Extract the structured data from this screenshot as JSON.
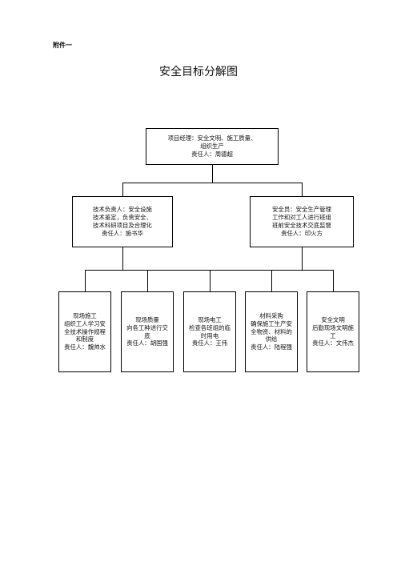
{
  "header": {
    "annex_label": "附件一",
    "title": "安全目标分解图"
  },
  "chart": {
    "top": {
      "lines": [
        "项目经理：安全文明、施工质量、",
        "组织生产",
        "责任人：周德超"
      ]
    },
    "middle": [
      {
        "id": "tech",
        "lines": [
          "技术负责人：安全设施",
          "技术鉴定，负责安全、",
          "技术科研项目及合理化",
          "责任人：施书华"
        ]
      },
      {
        "id": "safety",
        "lines": [
          "安全员：安全生产管理",
          "工作和对工人进行班组",
          "班前安全技术交底监督",
          "责任人：印火方"
        ]
      }
    ],
    "bottom": [
      {
        "id": "construction",
        "lines": [
          "现场施工",
          "组织工人学习安",
          "全技术操作规程",
          "和制度",
          "责任人：魏帅水"
        ]
      },
      {
        "id": "quality",
        "lines": [
          "现场质量",
          "向各工种进行交",
          "底",
          "责任人：胡国强"
        ]
      },
      {
        "id": "electrician",
        "lines": [
          "现场电工",
          "检查各班组的临",
          "时用电",
          "责任人：王伟"
        ]
      },
      {
        "id": "procurement",
        "lines": [
          "材料采购",
          "确保施工生产安",
          "全物资、材料的",
          "供给",
          "责任人：陆程强"
        ]
      },
      {
        "id": "civilization",
        "lines": [
          "安全文明",
          "后勤现场文明施",
          "工",
          "责任人：文伟杰"
        ]
      }
    ]
  }
}
